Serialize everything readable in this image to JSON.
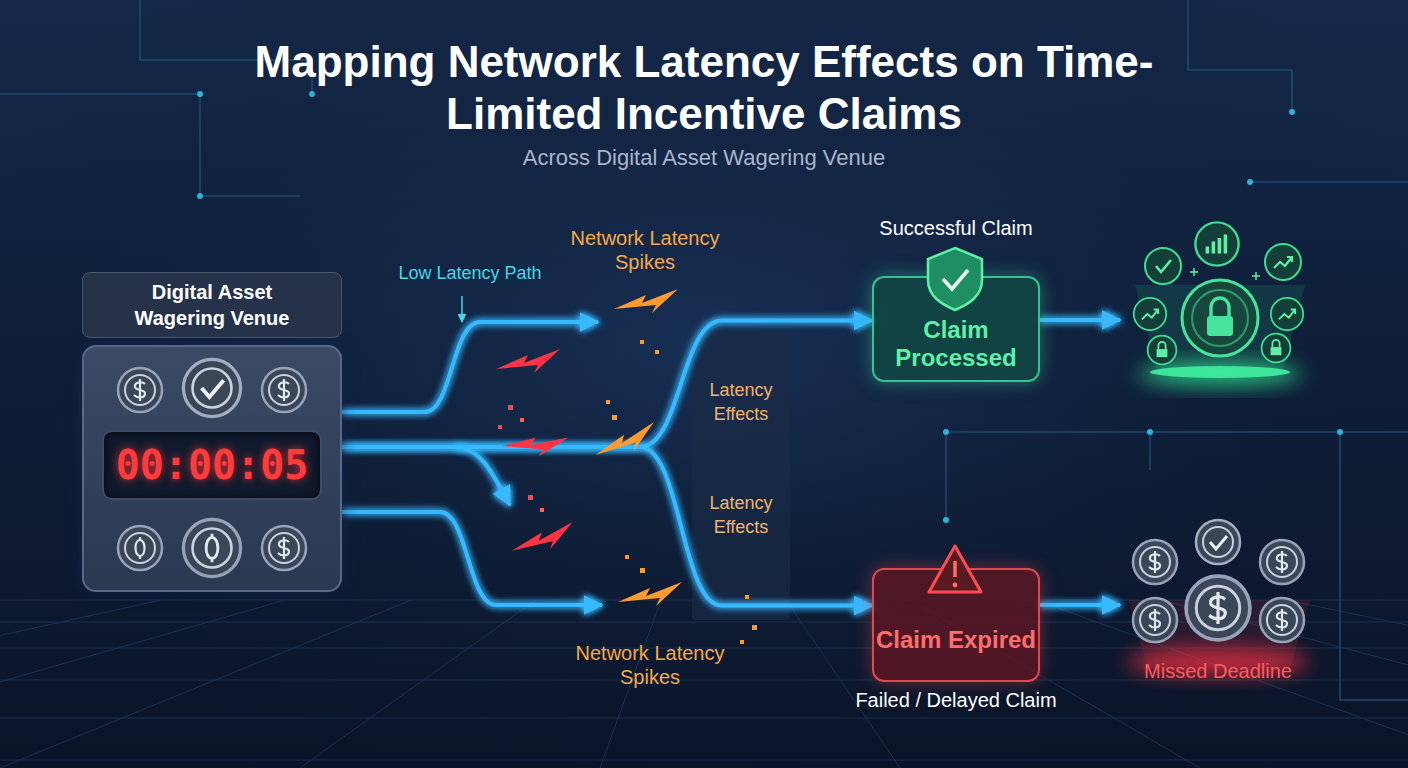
{
  "diagram": {
    "title": "Mapping Network Latency Effects on Time-Limited Incentive Claims",
    "nodes": [
      {
        "text": [
          "Digital Asset Wagering Venue"
        ]
      },
      {
        "text": [
          "00:00:05"
        ],
        "in": 0
      },
      {
        "text": [
          "Successful Claim",
          "Claim Processed"
        ]
      },
      {
        "text": [
          "Claim Expired",
          "Failed / Delayed Claim"
        ]
      }
    ],
    "edges": [
      {
        "from": 0,
        "to": 2,
        "arrow": "to"
      },
      {
        "from": 0,
        "to": 3,
        "arrow": "to"
      }
    ],
    "labels": [
      "Across Digital Asset Wagering Venue",
      "Network Latency Spikes",
      "Low Latency Path",
      "Latency Effects",
      "Latency Effects",
      "Network Latency Spikes",
      "Missed Deadline"
    ]
  }
}
